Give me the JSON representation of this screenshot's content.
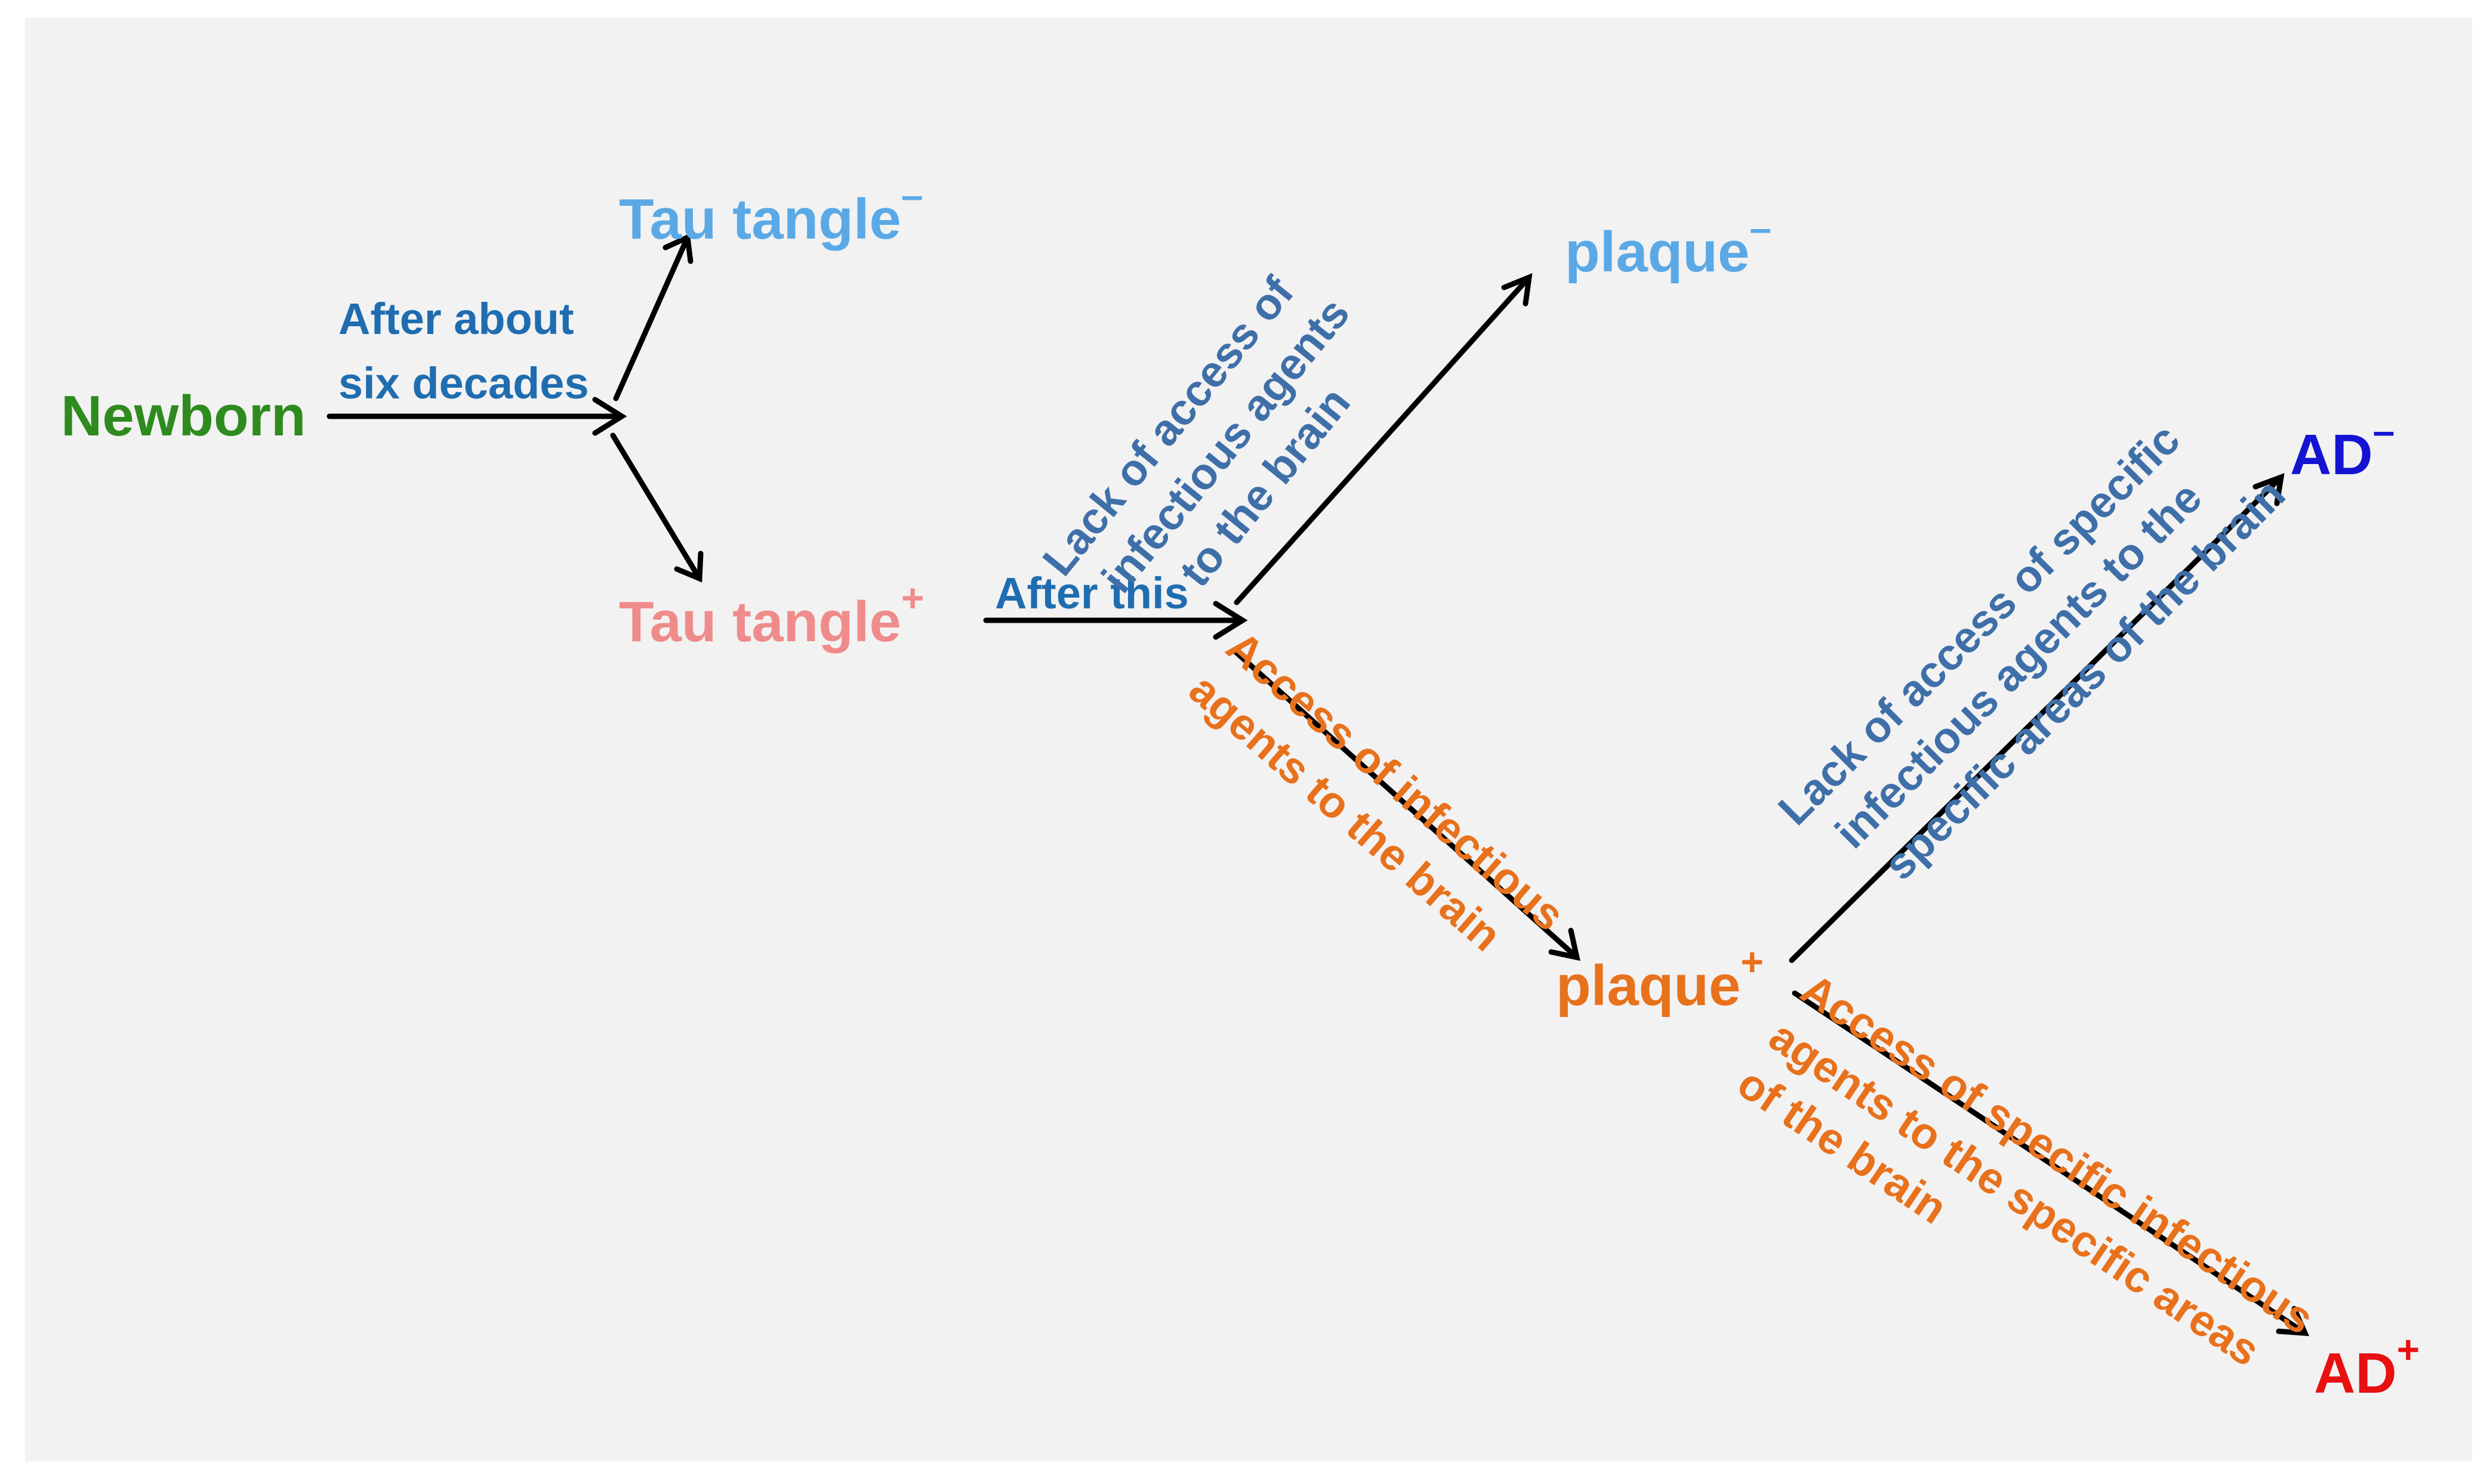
{
  "colors": {
    "newborn": "#2e8b1e",
    "light_blue": "#5aa9e6",
    "pink": "#f08b8b",
    "dark_blue_text": "#1f6db0",
    "slate_blue": "#3f6fa8",
    "orange": "#e8711c",
    "ad_neg": "#1414d2",
    "ad_pos": "#e81010",
    "arrow": "#000000"
  },
  "nodes": {
    "newborn": {
      "label": "Newborn"
    },
    "tau_neg": {
      "label": "Tau tangle",
      "sup": "–"
    },
    "tau_pos": {
      "label": "Tau tangle",
      "sup": "+"
    },
    "plaque_neg": {
      "label": "plaque",
      "sup": "–"
    },
    "plaque_pos": {
      "label": "plaque",
      "sup": "+"
    },
    "ad_neg": {
      "label": "AD",
      "sup": "–"
    },
    "ad_pos": {
      "label": "AD",
      "sup": "+"
    }
  },
  "edge_labels": {
    "after_six_decades": {
      "line1": "After about",
      "line2": "six decades"
    },
    "after_this": {
      "text": "After this"
    },
    "lack_access_brain": {
      "line1": "Lack of access of",
      "line2": "infectious agents",
      "line3": "to the brain"
    },
    "access_brain": {
      "line1": "Access of infectious",
      "line2": "agents to the brain"
    },
    "lack_access_specific": {
      "line1": "Lack of access of specific",
      "line2": "infectious agents to the",
      "line3": "specific areas of the brain"
    },
    "access_specific": {
      "line1": "Access of specific infectious",
      "line2": "agents to the specific areas",
      "line3": "of the brain"
    }
  }
}
